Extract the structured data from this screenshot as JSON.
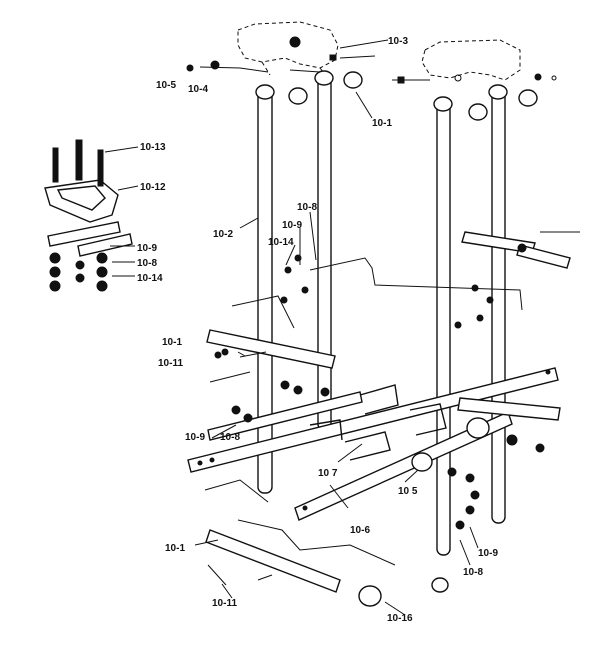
{
  "callouts": [
    {
      "id": "c1",
      "text": "10-3"
    },
    {
      "id": "c2",
      "text": "10-5"
    },
    {
      "id": "c3",
      "text": "10-4"
    },
    {
      "id": "c4",
      "text": "10-1"
    },
    {
      "id": "c5",
      "text": "10-13"
    },
    {
      "id": "c6",
      "text": "10-12"
    },
    {
      "id": "c7",
      "text": "10-2"
    },
    {
      "id": "c8",
      "text": "10-8"
    },
    {
      "id": "c9",
      "text": "10-9"
    },
    {
      "id": "c10",
      "text": "10-14"
    },
    {
      "id": "c11",
      "text": "10-9"
    },
    {
      "id": "c12",
      "text": "10-8"
    },
    {
      "id": "c13",
      "text": "10-14"
    },
    {
      "id": "c14",
      "text": "10-1"
    },
    {
      "id": "c15",
      "text": "10-11"
    },
    {
      "id": "c16",
      "text": "10-9"
    },
    {
      "id": "c17",
      "text": "10-8"
    },
    {
      "id": "c18",
      "text": "10 7"
    },
    {
      "id": "c19",
      "text": "10 5"
    },
    {
      "id": "c20",
      "text": "10-6"
    },
    {
      "id": "c21",
      "text": "10-9"
    },
    {
      "id": "c22",
      "text": "10-8"
    },
    {
      "id": "c23",
      "text": "10-1"
    },
    {
      "id": "c24",
      "text": "10-11"
    },
    {
      "id": "c25",
      "text": "10-16"
    }
  ]
}
